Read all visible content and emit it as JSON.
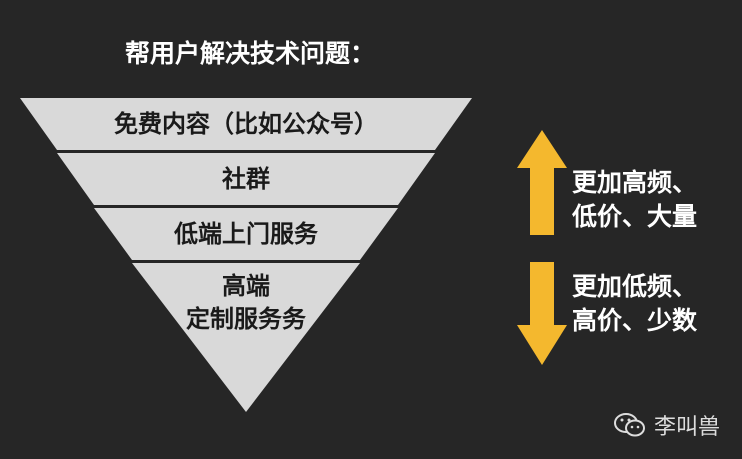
{
  "title": "帮用户解决技术问题：",
  "funnel": {
    "fill_color": "#d9d9d9",
    "levels": [
      {
        "label": "免费内容（比如公众号）"
      },
      {
        "label": "社群"
      },
      {
        "label": "低端上门服务"
      },
      {
        "label_line1": "高端",
        "label_line2": "定制服务务"
      }
    ]
  },
  "arrows": {
    "color": "#f4b82e",
    "up": {
      "line1": "更加高频、",
      "line2": "低价、大量"
    },
    "down": {
      "line1": "更加低频、",
      "line2": "高价、少数"
    }
  },
  "watermark": {
    "icon": "wechat-icon",
    "text": "李叫兽"
  }
}
